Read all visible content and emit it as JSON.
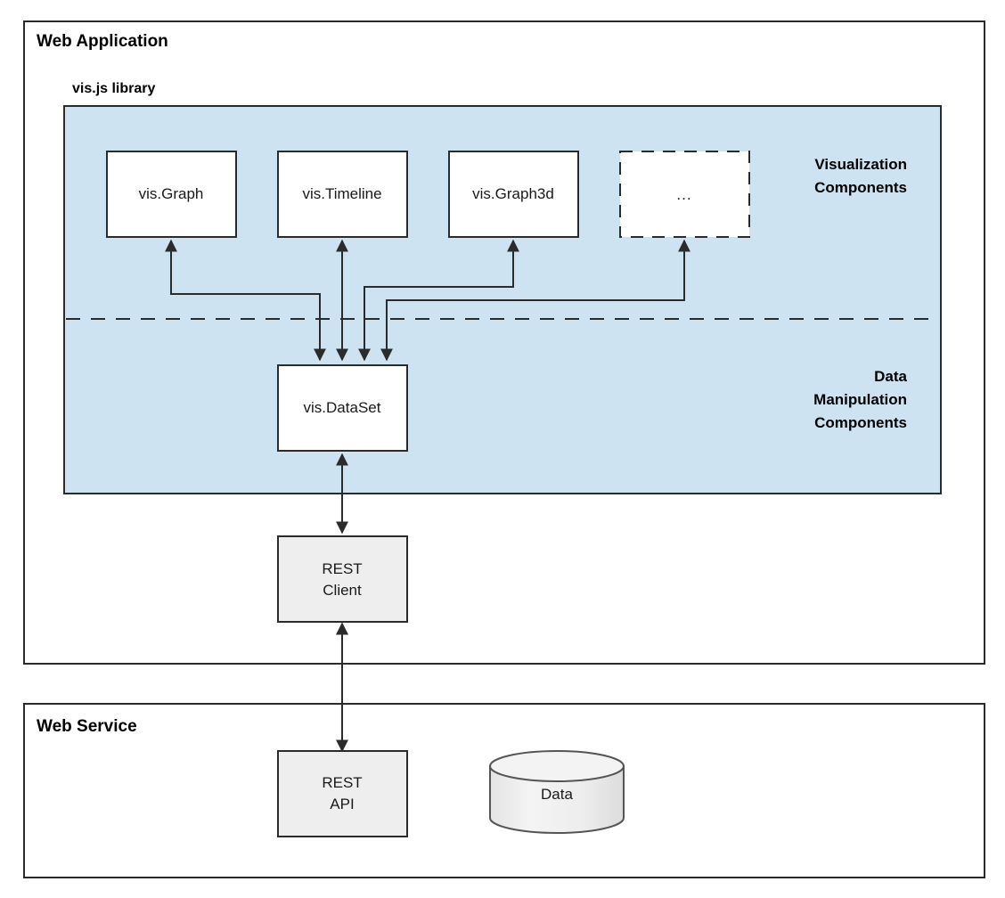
{
  "diagram": {
    "title_visible": false,
    "colors": {
      "panel_fill": "#cee3f2",
      "node_fill": "#ffffff",
      "node_gray_fill": "#eeeeee",
      "cylinder_fill": "#f0f0f0",
      "stroke": "#2b2b2b",
      "background": "#ffffff"
    },
    "containers": [
      {
        "id": "web-application",
        "label": "Web Application"
      },
      {
        "id": "web-service",
        "label": "Web Service"
      }
    ],
    "sections": [
      {
        "id": "visjs-library",
        "label": "vis.js library"
      }
    ],
    "zones": [
      {
        "id": "visualization-components",
        "lines": [
          "Visualization",
          "Components"
        ]
      },
      {
        "id": "data-manipulation-components",
        "lines": [
          "Data",
          "Manipulation",
          "Components"
        ]
      }
    ],
    "nodes": [
      {
        "id": "vis-graph",
        "label": "vis.Graph",
        "style": "solid-white"
      },
      {
        "id": "vis-timeline",
        "label": "vis.Timeline",
        "style": "solid-white"
      },
      {
        "id": "vis-graph3d",
        "label": "vis.Graph3d",
        "style": "solid-white"
      },
      {
        "id": "more-components",
        "label": "...",
        "style": "dashed-white"
      },
      {
        "id": "vis-dataset",
        "label": "vis.DataSet",
        "style": "solid-white"
      },
      {
        "id": "rest-client",
        "lines": [
          "REST",
          "Client"
        ],
        "style": "solid-gray"
      },
      {
        "id": "rest-api",
        "lines": [
          "REST",
          "API"
        ],
        "style": "solid-gray"
      },
      {
        "id": "data-store",
        "label": "Data",
        "style": "cylinder"
      }
    ],
    "edges": [
      {
        "id": "edge-graph-dataset",
        "from": "vis-graph",
        "to": "vis-dataset",
        "arrows": "both"
      },
      {
        "id": "edge-timeline-dataset",
        "from": "vis-timeline",
        "to": "vis-dataset",
        "arrows": "both"
      },
      {
        "id": "edge-graph3d-dataset",
        "from": "vis-graph3d",
        "to": "vis-dataset",
        "arrows": "both"
      },
      {
        "id": "edge-more-dataset",
        "from": "more-components",
        "to": "vis-dataset",
        "arrows": "both"
      },
      {
        "id": "edge-dataset-restclient",
        "from": "vis-dataset",
        "to": "rest-client",
        "arrows": "both"
      },
      {
        "id": "edge-restclient-restapi",
        "from": "rest-client",
        "to": "rest-api",
        "arrows": "both"
      },
      {
        "id": "edge-restapi-data",
        "from": "rest-api",
        "to": "data-store",
        "arrows": "both"
      }
    ]
  }
}
